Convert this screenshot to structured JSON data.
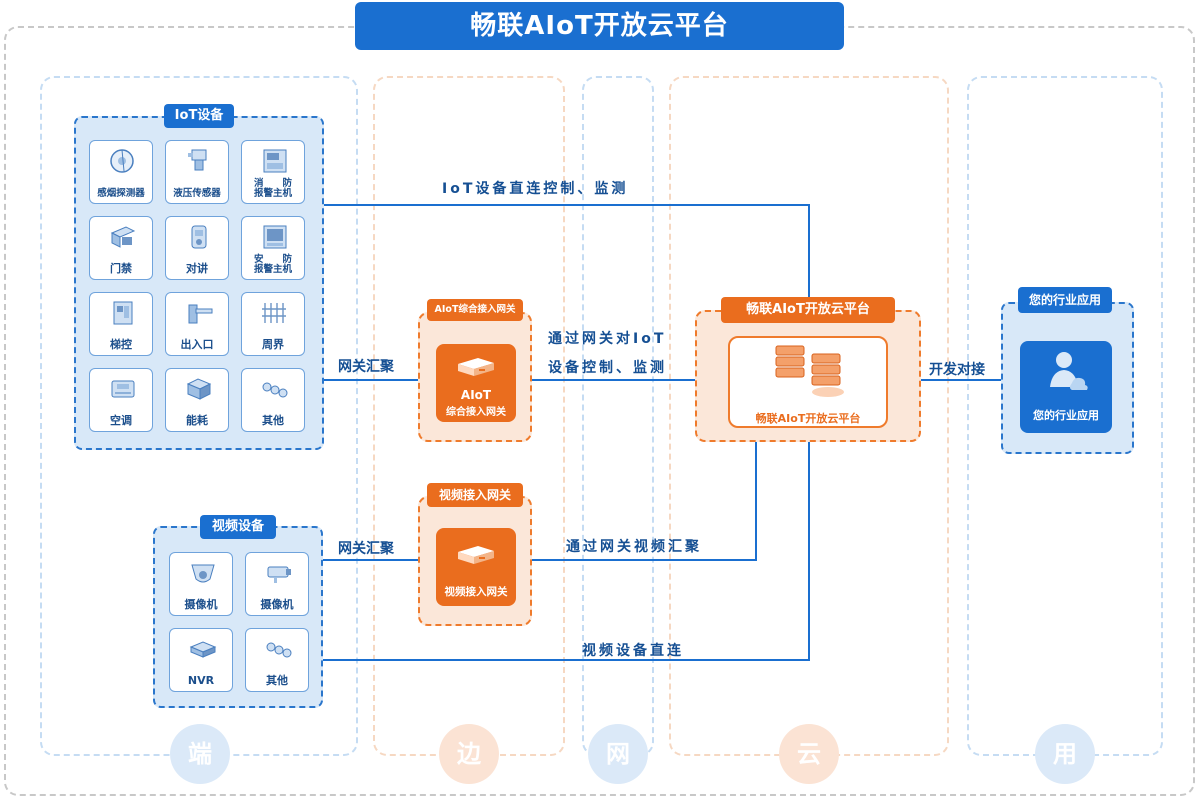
{
  "title": "畅联AIoT开放云平台",
  "columns": {
    "end": "端",
    "edge": "边",
    "network": "网",
    "cloud": "云",
    "use": "用"
  },
  "iot_group": {
    "title": "IoT设备",
    "devices": [
      {
        "label": "感烟探测器",
        "icon": "smoke-detector-icon"
      },
      {
        "label": "液压传感器",
        "icon": "hydraulic-sensor-icon"
      },
      {
        "label": "消　　防\n报警主机",
        "icon": "fire-alarm-host-icon"
      },
      {
        "label": "门禁",
        "icon": "access-control-icon"
      },
      {
        "label": "对讲",
        "icon": "intercom-icon"
      },
      {
        "label": "安　　防\n报警主机",
        "icon": "security-alarm-host-icon"
      },
      {
        "label": "梯控",
        "icon": "elevator-control-icon"
      },
      {
        "label": "出入口",
        "icon": "barrier-gate-icon"
      },
      {
        "label": "周界",
        "icon": "perimeter-fence-icon"
      },
      {
        "label": "空调",
        "icon": "air-conditioner-icon"
      },
      {
        "label": "能耗",
        "icon": "energy-meter-icon"
      },
      {
        "label": "其他",
        "icon": "other-devices-icon"
      }
    ]
  },
  "video_group": {
    "title": "视频设备",
    "devices": [
      {
        "label": "摄像机",
        "icon": "dome-camera-icon"
      },
      {
        "label": "摄像机",
        "icon": "bullet-camera-icon"
      },
      {
        "label": "NVR",
        "icon": "nvr-icon"
      },
      {
        "label": "其他",
        "icon": "other-devices-icon"
      }
    ]
  },
  "aiot_gateway": {
    "title": "AIoT综合接入网关",
    "inner_line1": "AIoT",
    "inner_line2": "综合接入网关"
  },
  "video_gateway": {
    "title": "视频接入网关",
    "inner_label": "视频接入网关"
  },
  "cloud_platform": {
    "title": "畅联AIoT开放云平台",
    "inner_label": "畅联AIoT开放云平台"
  },
  "industry_app": {
    "title": "您的行业应用",
    "inner_label": "您的行业应用"
  },
  "edges": {
    "iot_direct": "IoT设备直连控制、监测",
    "gateway_aggregation_1": "网关汇聚",
    "gateway_control_line1": "通过网关对IoT",
    "gateway_control_line2": "设备控制、监测",
    "dev_integration": "开发对接",
    "gateway_aggregation_2": "网关汇聚",
    "video_via_gateway": "通过网关视频汇聚",
    "video_direct": "视频设备直连"
  },
  "colors": {
    "blue": "#1a6fd0",
    "orange": "#ea6d1e",
    "light_blue": "#d8e8f8",
    "light_orange": "#fbe7d9"
  }
}
